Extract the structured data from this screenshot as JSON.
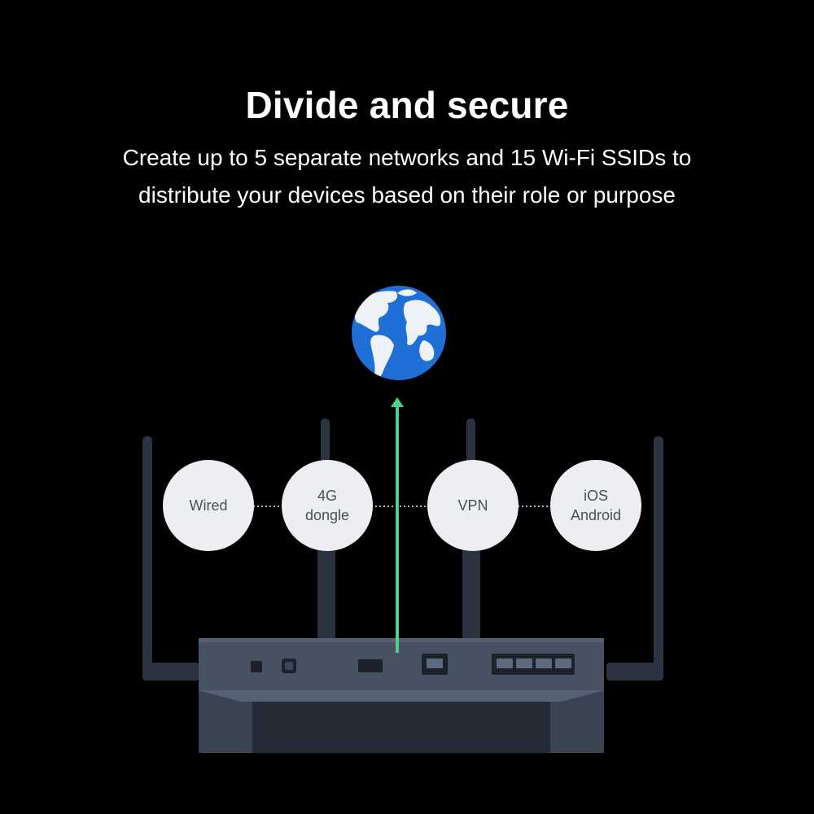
{
  "headline": "Divide and secure",
  "subtitle_line1": "Create up to 5 separate networks and 15 Wi-Fi SSIDs to",
  "subtitle_line2": "distribute your devices based on their role or purpose",
  "networks": [
    {
      "label_lines": [
        "Wired"
      ]
    },
    {
      "label_lines": [
        "4G",
        "dongle"
      ]
    },
    {
      "label_lines": [
        "VPN"
      ]
    },
    {
      "label_lines": [
        "iOS",
        "Android"
      ]
    }
  ],
  "icons": [
    "globe-icon",
    "uplink-arrow-icon",
    "router-icon",
    "ethernet-port-icon"
  ],
  "colors": {
    "background": "#000000",
    "text": "#ffffff",
    "bubble": "#eceef1",
    "bubble_text": "#4a5058",
    "arrow": "#4fd18b",
    "globe_ocean": "#1f6fd6",
    "router_body": "#3c4656",
    "antenna": "#2b3340"
  }
}
